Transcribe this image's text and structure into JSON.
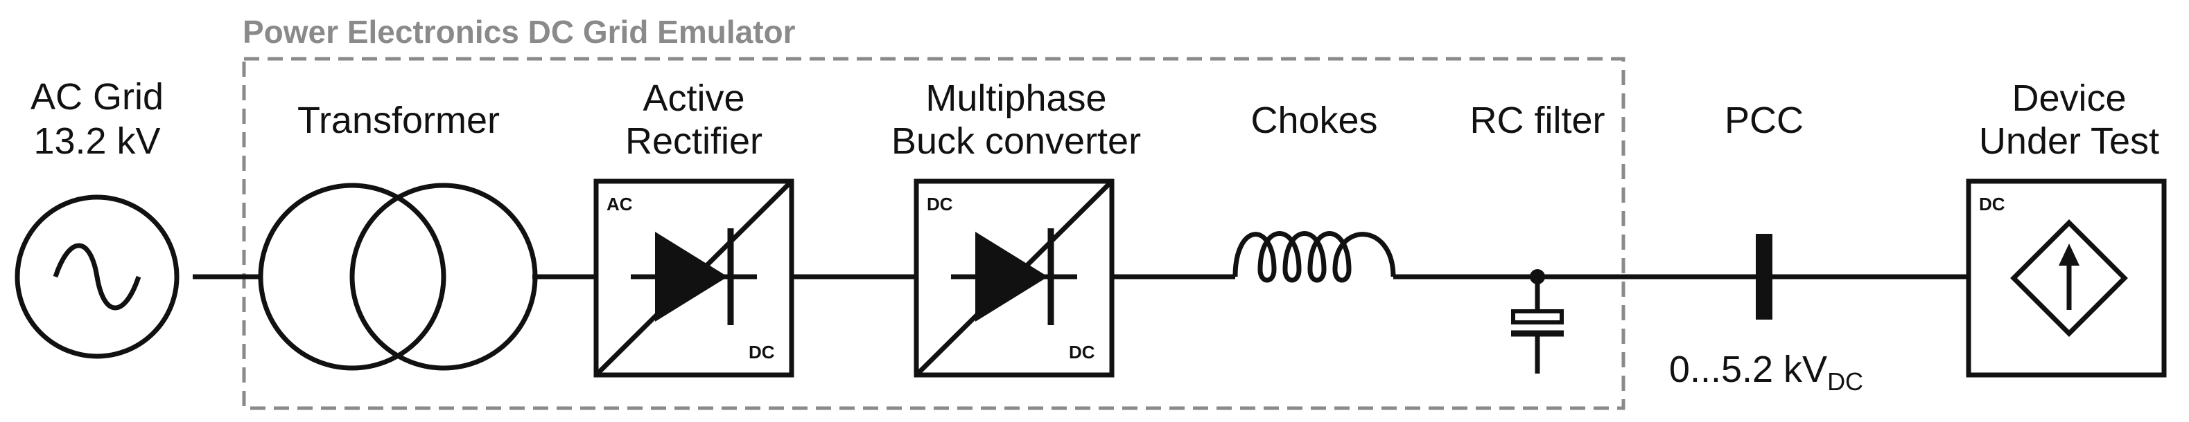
{
  "title": "Power Electronics DC Grid Emulator",
  "components": {
    "ac_grid": {
      "name": "AC Grid",
      "rating": "13.2 kV",
      "icon": "ac-source-icon"
    },
    "transformer": {
      "name": "Transformer",
      "icon": "transformer-icon"
    },
    "rectifier": {
      "name_line1": "Active",
      "name_line2": "Rectifier",
      "in_label": "AC",
      "out_label": "DC",
      "icon": "diode-icon"
    },
    "buck": {
      "name_line1": "Multiphase",
      "name_line2": "Buck converter",
      "in_label": "DC",
      "out_label": "DC",
      "icon": "diode-icon"
    },
    "chokes": {
      "name": "Chokes",
      "icon": "inductor-icon"
    },
    "rc_filter": {
      "name": "RC filter",
      "icon": "capacitor-icon"
    },
    "pcc": {
      "name": "PCC",
      "voltage_main": "0...5.2 kV",
      "voltage_sub": "DC",
      "icon": "bus-bar-icon"
    },
    "dut": {
      "name_line1": "Device",
      "name_line2": "Under Test",
      "label": "DC",
      "icon": "current-source-icon"
    }
  },
  "colors": {
    "lines": "#111111",
    "emulator_boundary": "#8a8a8a"
  }
}
